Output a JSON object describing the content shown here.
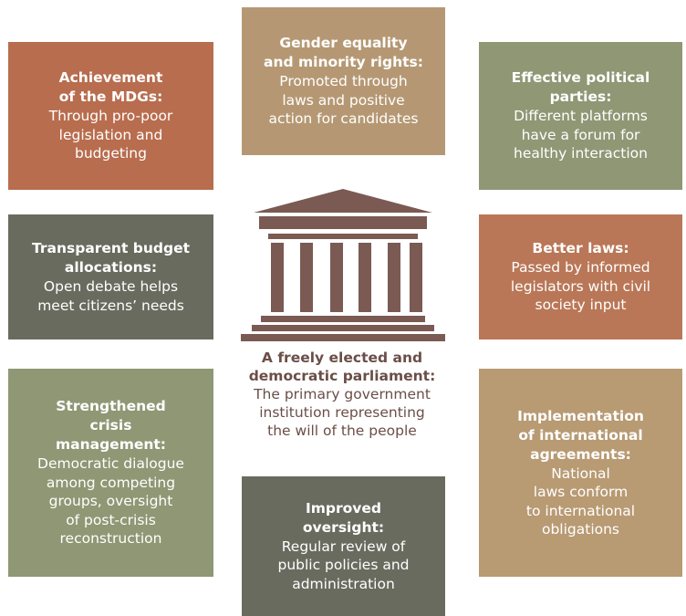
{
  "center": {
    "title": [
      "A freely elected and",
      "democratic parliament:"
    ],
    "body": [
      "The primary government",
      "institution representing",
      "the will of the people"
    ],
    "icon": "parliament-building-icon",
    "color": "#7a5a53"
  },
  "boxes": [
    {
      "id": "mdgs",
      "title": [
        "Achievement",
        "of the MDGs:"
      ],
      "body": [
        "Through pro-poor",
        "legislation and",
        "budgeting"
      ],
      "color": "#b86d4e"
    },
    {
      "id": "gender",
      "title": [
        "Gender equality",
        "and minority rights:"
      ],
      "body": [
        "Promoted through",
        "laws and positive",
        "action for candidates"
      ],
      "color": "#b59873"
    },
    {
      "id": "parties",
      "title": [
        "Effective political",
        "parties:"
      ],
      "body": [
        "Different platforms",
        "have a forum for",
        "healthy interaction"
      ],
      "color": "#8f9774"
    },
    {
      "id": "budget",
      "title": [
        "Transparent budget",
        "allocations:"
      ],
      "body": [
        "Open debate helps",
        "meet citizens’ needs"
      ],
      "color": "#6a6b5f"
    },
    {
      "id": "laws",
      "title": [
        "Better laws:"
      ],
      "body": [
        "Passed by informed",
        "legislators with civil",
        "society input"
      ],
      "color": "#b97757"
    },
    {
      "id": "crisis",
      "title": [
        "Strengthened",
        "crisis",
        "management:"
      ],
      "body": [
        "Democratic dialogue",
        "among competing",
        "groups, oversight",
        "of post-crisis",
        "reconstruction"
      ],
      "color": "#8f9774"
    },
    {
      "id": "oversight",
      "title": [
        "Improved",
        "oversight:"
      ],
      "body": [
        "Regular review of",
        "public policies and",
        "administration"
      ],
      "color": "#6a6b5f"
    },
    {
      "id": "international",
      "title": [
        "Implementation",
        "of international",
        "agreements:"
      ],
      "body": [
        "National",
        "laws conform",
        "to international",
        "obligations"
      ],
      "color": "#b89a73"
    }
  ]
}
